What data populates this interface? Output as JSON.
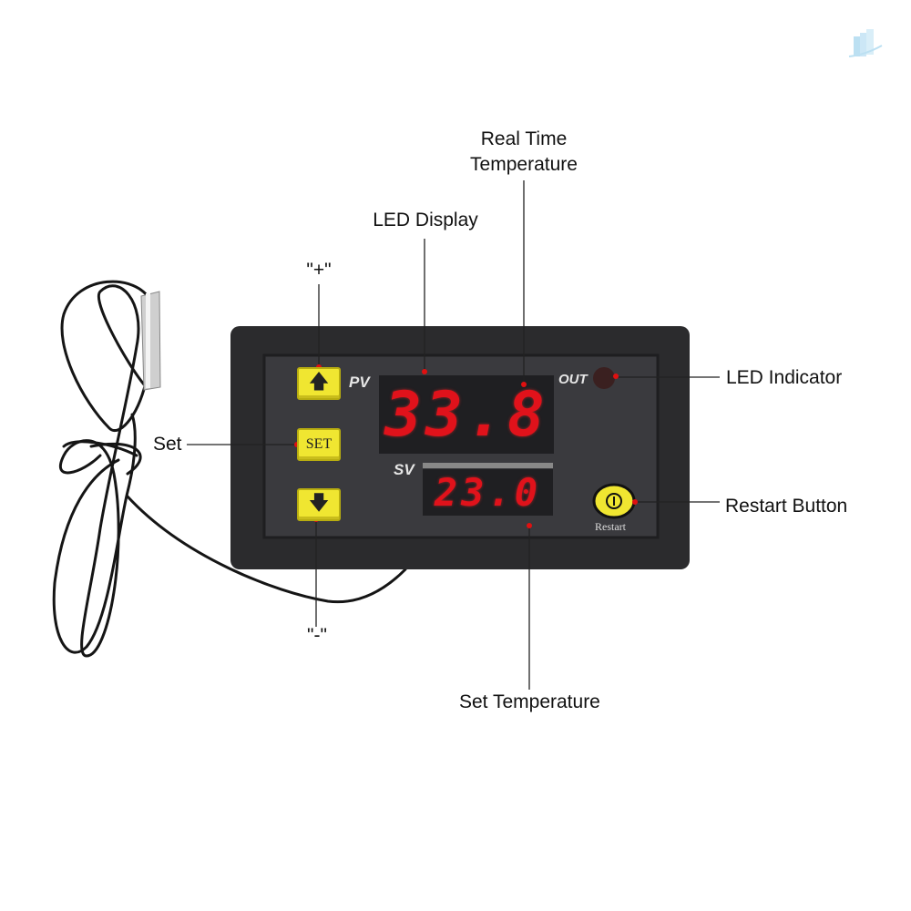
{
  "labels": {
    "plus": "\"+\"",
    "led_display": "LED Display",
    "real_time_temp_line1": "Real Time",
    "real_time_temp_line2": "Temperature",
    "led_indicator": "LED Indicator",
    "set": "Set",
    "restart_button": "Restart Button",
    "minus": "\"-\"",
    "set_temperature": "Set Temperature"
  },
  "device": {
    "pv_label": "PV",
    "sv_label": "SV",
    "out_label": "OUT",
    "set_button": "SET",
    "restart_label": "Restart",
    "pv_value": "33.8",
    "sv_value": "23.0",
    "up_icon": "arrow-up-icon",
    "down_icon": "arrow-down-icon",
    "power_icon": "power-icon"
  },
  "colors": {
    "segment_on": "#e0121b",
    "segment_off": "#8a8a8a",
    "button": "#f0e631",
    "body": "#2b2b2d",
    "face": "#3a3a3e",
    "marker": "#e01010"
  }
}
